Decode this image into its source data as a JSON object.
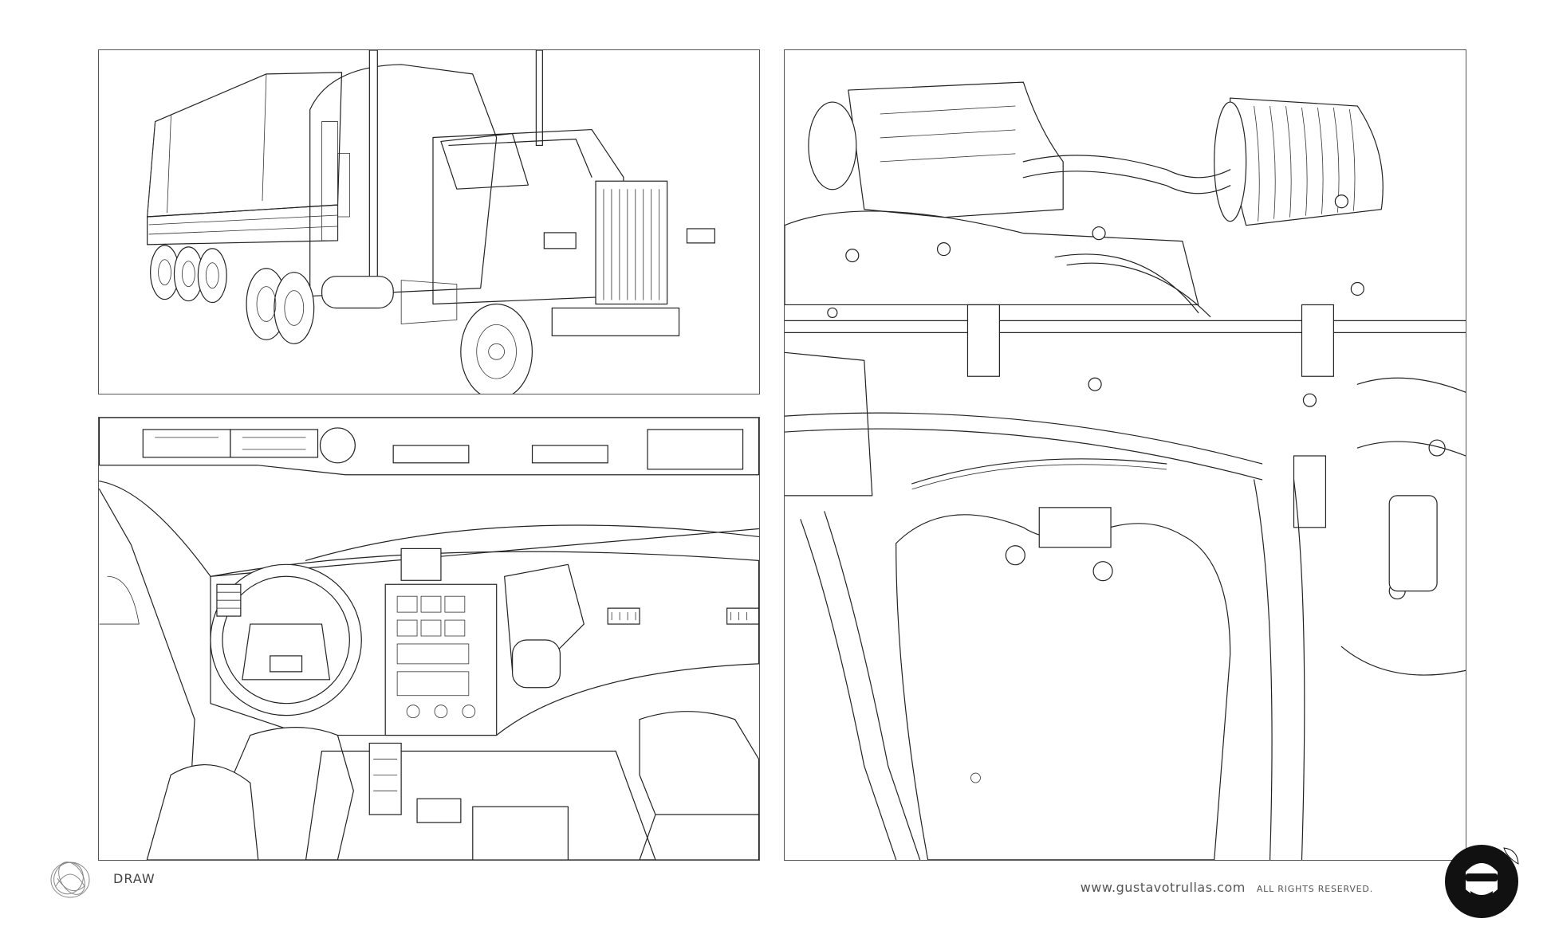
{
  "footer": {
    "draw_label": "DRAW",
    "site_url": "www.gustavotrullas.com",
    "rights": "ALL RIGHTS RESERVED."
  },
  "icons": {
    "scribble_logo": "scribble-logo-icon",
    "author_avatar": "bearded-face-sticker-icon"
  },
  "panels": [
    {
      "name": "truck-illustration",
      "subject": "semi truck with covered trailer"
    },
    {
      "name": "cab-interior-illustration",
      "subject": "truck cabin dashboard"
    },
    {
      "name": "engine-illustration",
      "subject": "engine bay close-up"
    }
  ],
  "colors": {
    "line": "#222222",
    "background": "#ffffff",
    "text": "#555555"
  }
}
